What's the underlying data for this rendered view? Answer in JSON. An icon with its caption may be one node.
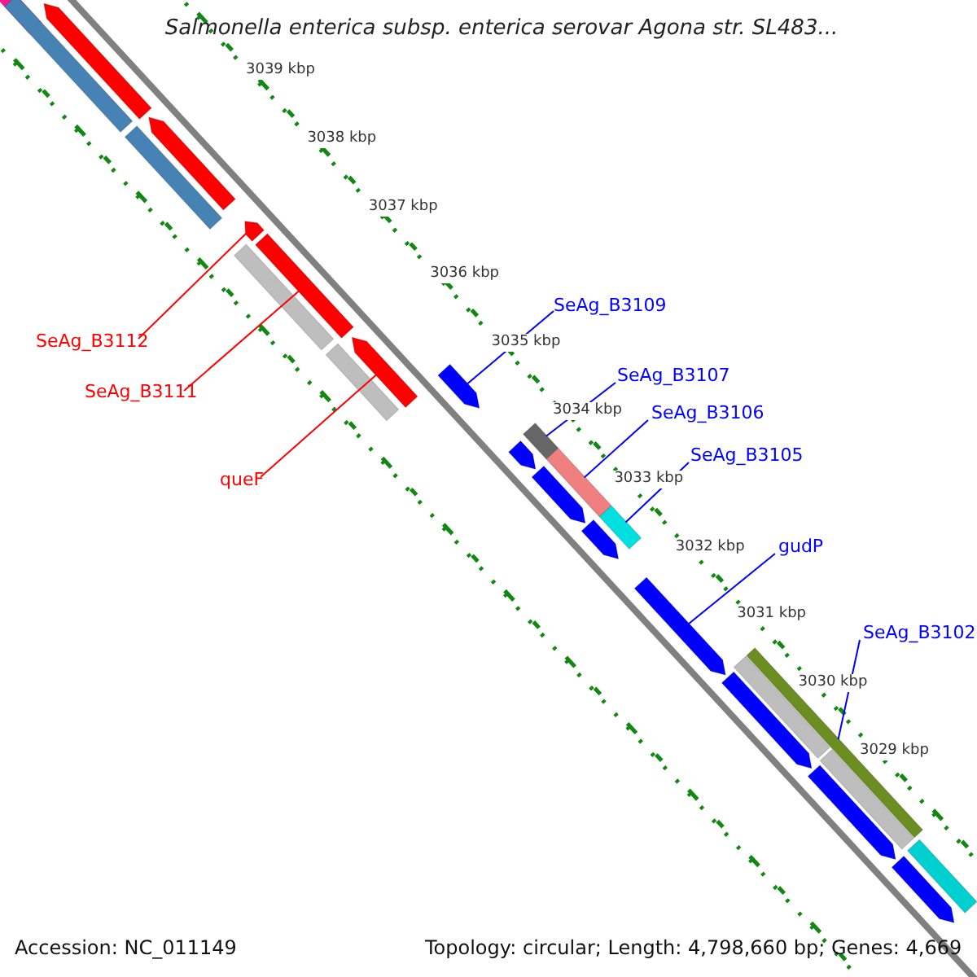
{
  "diagram": {
    "title": "Salmonella enterica subsp. enterica serovar Agona str. SL483...",
    "nodes": [
      {
        "text": [
          "SeAg_B3109"
        ]
      },
      {
        "text": [
          "SeAg_B3112"
        ]
      },
      {
        "text": [
          "SeAg_B3107"
        ]
      },
      {
        "text": [
          "SeAg_B3111"
        ]
      },
      {
        "text": [
          "SeAg_B3106"
        ]
      },
      {
        "text": [
          "SeAg_B3105"
        ]
      },
      {
        "text": [
          "queF"
        ]
      },
      {
        "text": [
          "gudP"
        ]
      },
      {
        "text": [
          "SeAg_B3102"
        ]
      },
      {
        "text": [],
        "shape": "bar"
      },
      {
        "text": [],
        "shape": "bar"
      },
      {
        "text": [],
        "shape": "bar"
      },
      {
        "text": [],
        "shape": "bar"
      },
      {
        "text": [],
        "shape": "bar"
      },
      {
        "text": [],
        "shape": "bar"
      },
      {
        "text": [],
        "shape": "bar"
      },
      {
        "text": [],
        "shape": "bar"
      },
      {
        "text": [],
        "shape": "bar"
      },
      {
        "text": [],
        "shape": "bar"
      },
      {
        "text": [],
        "shape": "bar"
      },
      {
        "text": [],
        "shape": "bar"
      },
      {
        "text": [],
        "shape": "bar"
      },
      {
        "text": [],
        "shape": "bar"
      },
      {
        "text": [],
        "shape": "bar"
      },
      {
        "text": [],
        "shape": "bar"
      },
      {
        "text": [],
        "shape": "bar"
      },
      {
        "text": [],
        "shape": "bar"
      },
      {
        "text": [],
        "shape": "bar"
      },
      {
        "text": [],
        "shape": "bar"
      },
      {
        "text": [],
        "shape": "bar"
      },
      {
        "text": [],
        "shape": "bar"
      },
      {
        "text": [],
        "shape": "bar"
      },
      {
        "text": [],
        "shape": "bar"
      },
      {
        "text": [],
        "shape": "bar"
      }
    ],
    "edges": [
      {
        "from": 0,
        "to": 19,
        "arrow": "none"
      },
      {
        "from": 1,
        "to": 14,
        "arrow": "none",
        "color": "#ff0000"
      },
      {
        "from": 2,
        "to": 20,
        "arrow": "none"
      },
      {
        "from": 3,
        "to": 15,
        "arrow": "none",
        "color": "#ff0000"
      },
      {
        "from": 4,
        "to": 22,
        "arrow": "none"
      },
      {
        "from": 5,
        "to": 24,
        "arrow": "none"
      },
      {
        "from": 6,
        "to": 17,
        "arrow": "none",
        "color": "#ff0000"
      },
      {
        "from": 7,
        "to": 26,
        "arrow": "none"
      },
      {
        "from": 8,
        "to": 29,
        "arrow": "none"
      }
    ],
    "labels": [
      "3039 kbp",
      "3038 kbp",
      "3037 kbp",
      "3036 kbp",
      "3035 kbp",
      "3034 kbp",
      "3033 kbp",
      "3032 kbp",
      "3031 kbp",
      "3030 kbp",
      "3029 kbp",
      "Accession: NC_011149",
      "Topology: circular; Length: 4,798,660 bp; Genes: 4,669"
    ]
  }
}
